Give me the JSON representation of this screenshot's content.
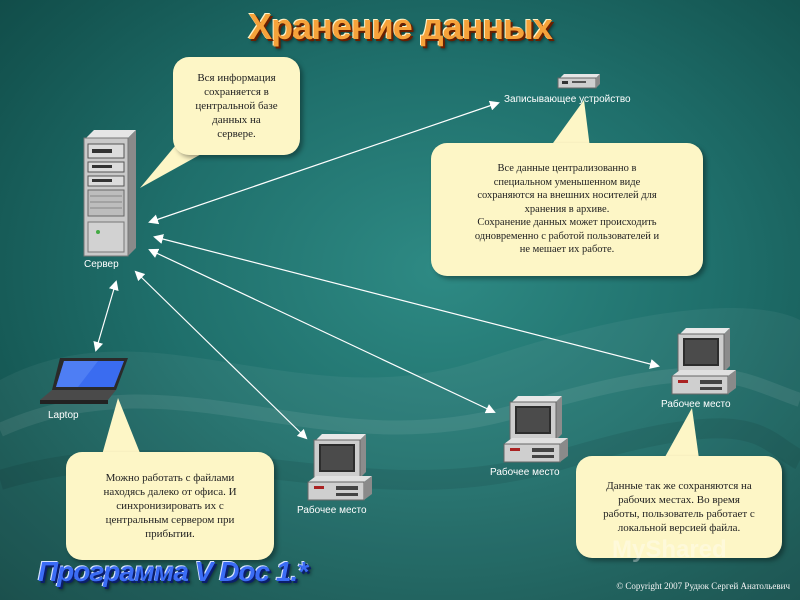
{
  "title": "Хранение данных",
  "footer_title": "Программа V Doc 1.*",
  "copyright": "© Copyright 2007 Рудюк Сергей Анатольевич",
  "watermark": "MyShared",
  "devices": {
    "server": "Сервер",
    "recorder": "Записывающее устройство",
    "laptop": "Laptop",
    "workstation_1": "Рабочее место",
    "workstation_2": "Рабочее место",
    "workstation_3": "Рабочее место"
  },
  "bubbles": {
    "server_info": [
      "Вся информация",
      "сохраняется в",
      "центральной базе",
      "данных на",
      "сервере."
    ],
    "archive_info": [
      "Все данные централизованно в",
      "специальном уменьшенном виде",
      "сохраняются на внешних носителей для",
      "хранения в архиве.",
      "Сохранение данных может происходить",
      "одновременно с работой пользователей и",
      "не мешает их работе."
    ],
    "laptop_info": [
      "Можно работать с файлами",
      "находясь далеко от офиса. И",
      "синхронизировать их с",
      "центральным сервером при",
      "прибытии."
    ],
    "workstation_info": [
      "Данные так же сохраняются на",
      "рабочих местах. Во время",
      "работы, пользователь работает с",
      "локальной версией файла."
    ]
  },
  "colors": {
    "background": "#1f6f6b",
    "title": "#f6a23a",
    "footer_title": "#3b6cf5",
    "bubble": "#fdf6c6"
  }
}
